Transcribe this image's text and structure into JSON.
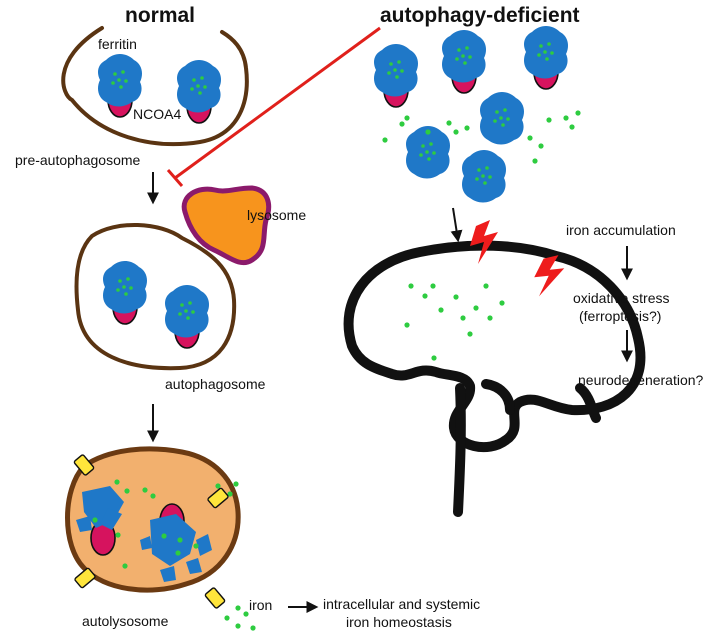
{
  "headings": {
    "normal": "normal",
    "deficient": "autophagy-deficient"
  },
  "labels": {
    "ferritin": "ferritin",
    "ncoa4": "NCOA4",
    "pre_autophagosome": "pre-autophagosome",
    "lysosome": "lysosome",
    "autophagosome": "autophagosome",
    "autolysosome": "autolysosome",
    "iron": "iron",
    "homeostasis_line1": "intracellular and systemic",
    "homeostasis_line2": "iron homeostasis"
  },
  "pathway": {
    "step1": "iron accumulation",
    "step2_line1": "oxidative stress",
    "step2_line2": "(ferroptosis?)",
    "step3": "neurodegeneration?"
  },
  "colors": {
    "ferritin": "#1f78c8",
    "iron_dot": "#2ecc40",
    "ncoa4": "#d6135e",
    "membrane": "#5a3412",
    "lysosome_fill": "#f7941d",
    "lysosome_border": "#8b1a6b",
    "autolysosome_fill": "#f2b06e",
    "inhibition": "#e0201b",
    "lightning": "#ee1c1c",
    "channel": "#ffe53b",
    "brain_outline": "#111111"
  }
}
